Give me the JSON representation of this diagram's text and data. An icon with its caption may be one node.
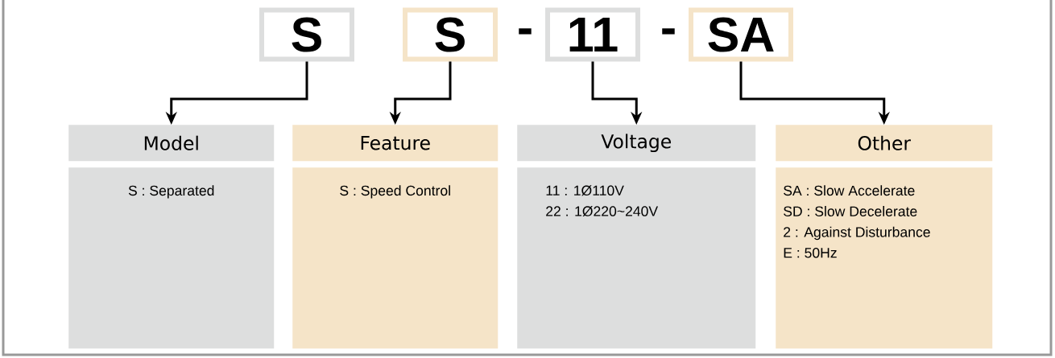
{
  "diagram": {
    "nodes": [
      {
        "text": [
          "S"
        ]
      },
      {
        "text": [
          "S"
        ]
      },
      {
        "text": [
          "11"
        ]
      },
      {
        "text": [
          "SA"
        ]
      },
      {
        "text": [
          "Model"
        ]
      },
      {
        "text": [
          "Feature"
        ]
      },
      {
        "text": [
          "Voltage"
        ]
      },
      {
        "text": [
          "Other"
        ]
      },
      {
        "text": [
          "S : Separated"
        ]
      },
      {
        "text": [
          "S : Speed Control"
        ]
      },
      {
        "text": [
          "11 : 1Ø110V",
          "22 : 1Ø220~240V"
        ]
      },
      {
        "text": [
          "SA : Slow Accelerate",
          "SD : Slow Decelerate",
          "2 : Against Disturbance",
          "E : 50Hz"
        ]
      }
    ],
    "edges": [
      {
        "from": 0,
        "to": 4,
        "arrow": "to"
      },
      {
        "from": 1,
        "to": 5,
        "arrow": "to"
      },
      {
        "from": 2,
        "to": 6,
        "arrow": "to"
      },
      {
        "from": 3,
        "to": 7,
        "arrow": "to"
      }
    ],
    "labels": [
      "-",
      "-"
    ]
  }
}
